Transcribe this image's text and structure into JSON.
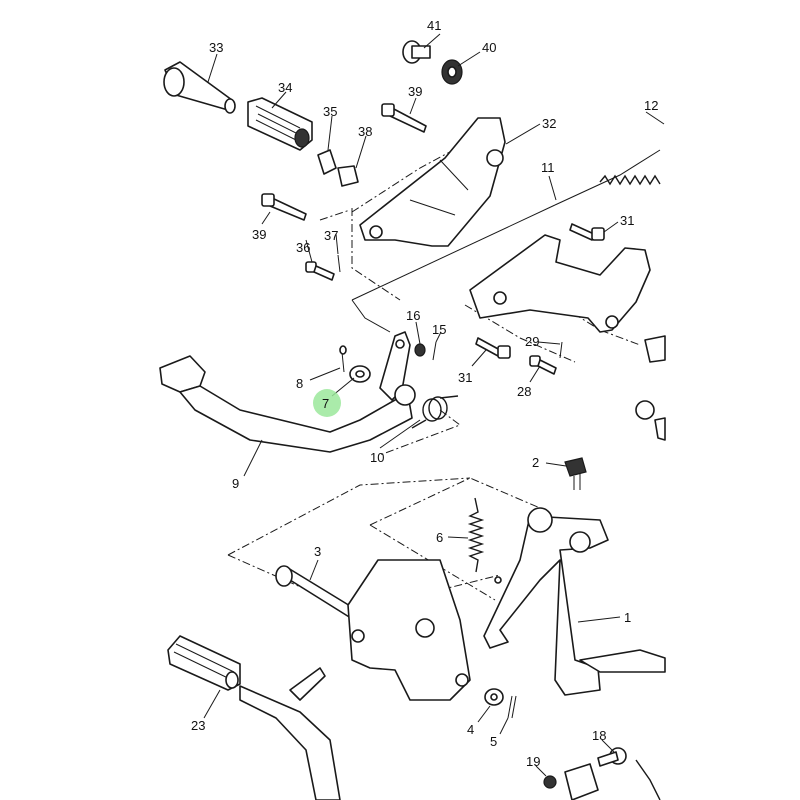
{
  "diagram": {
    "part_numbers": [
      "1",
      "2",
      "3",
      "4",
      "5",
      "6",
      "7",
      "8",
      "9",
      "10",
      "11",
      "12",
      "15",
      "16",
      "18",
      "19",
      "23",
      "28",
      "29",
      "31",
      "31",
      "32",
      "33",
      "34",
      "35",
      "36",
      "37",
      "38",
      "39",
      "39",
      "40",
      "41"
    ],
    "highlighted_callout": "7",
    "highlight_color": "#9be89b"
  }
}
